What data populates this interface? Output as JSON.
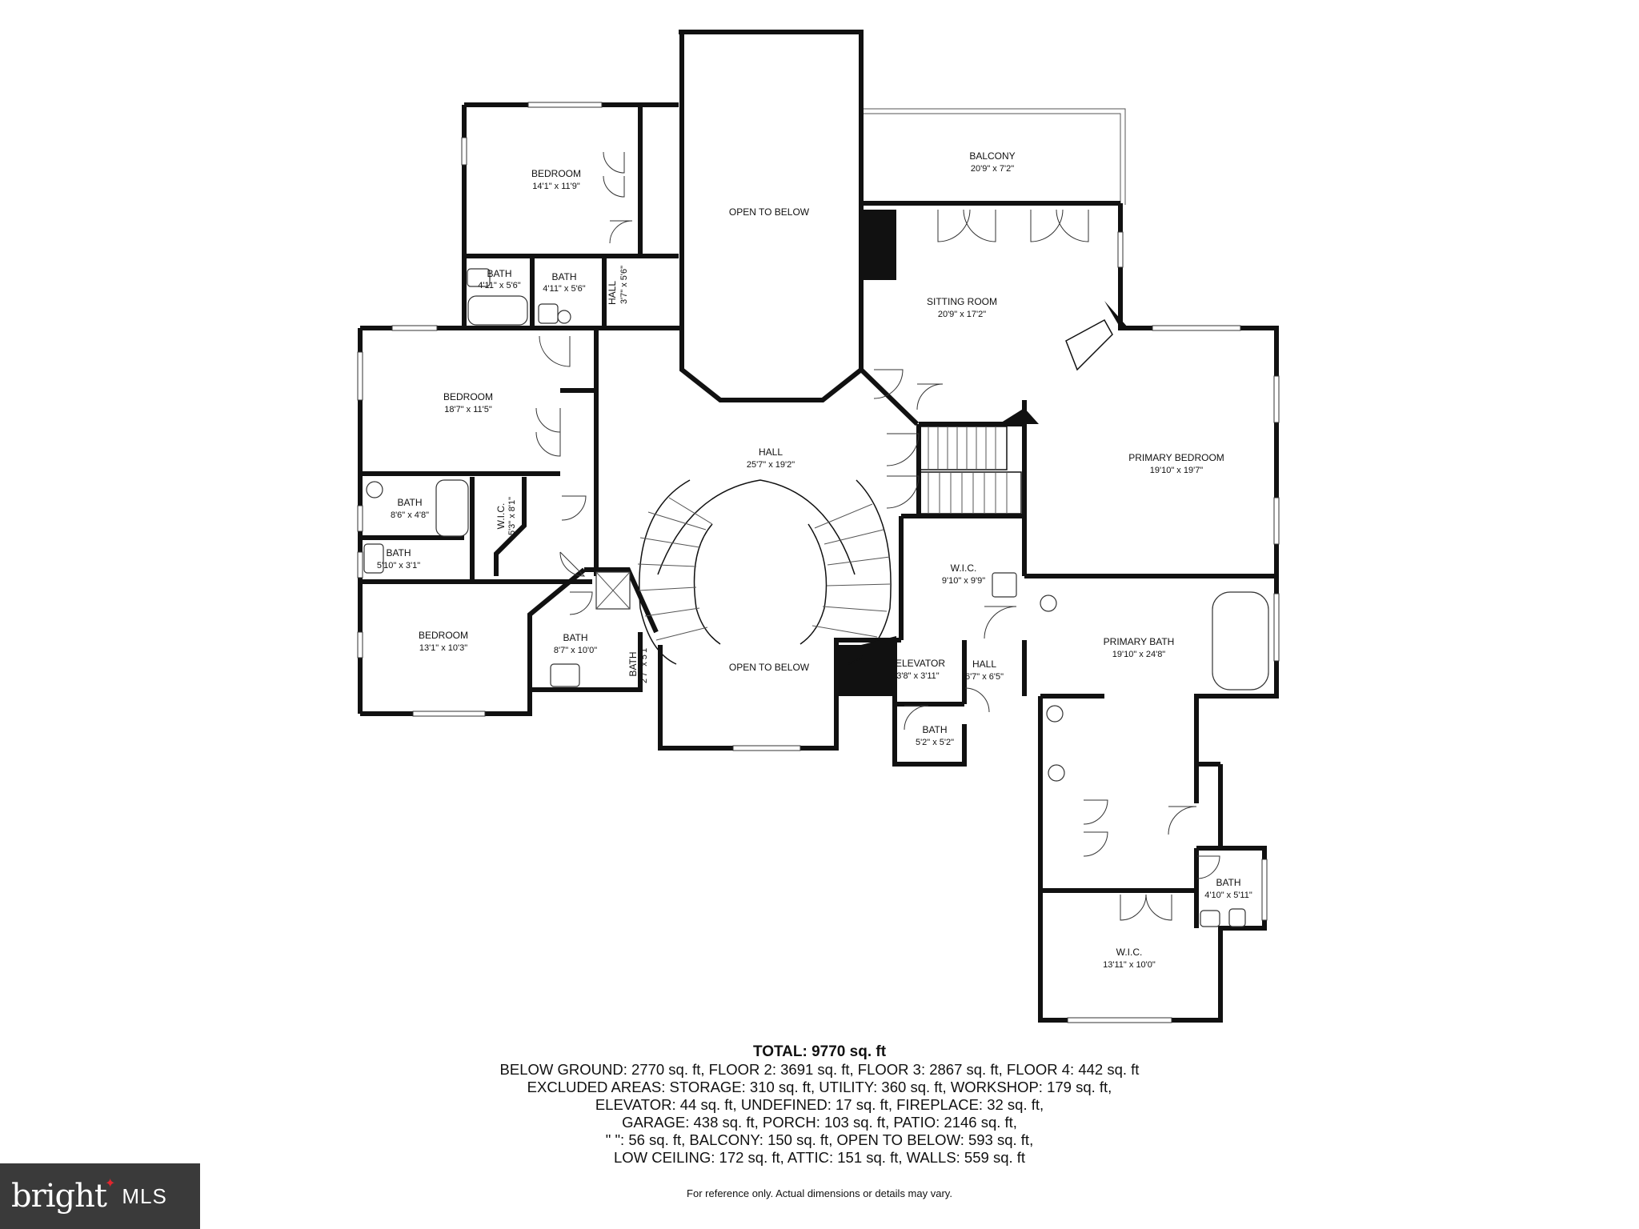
{
  "rooms": {
    "bedroom_1": {
      "name": "BEDROOM",
      "dim": "14'1\" x 11'9\""
    },
    "open_to_below_top": {
      "name": "OPEN TO BELOW"
    },
    "balcony": {
      "name": "BALCONY",
      "dim": "20'9\" x 7'2\""
    },
    "bath_1": {
      "name": "BATH",
      "dim": "4'11\" x 5'6\""
    },
    "bath_2": {
      "name": "BATH",
      "dim": "4'11\" x 5'6\""
    },
    "hall_small": {
      "name": "HALL",
      "dim": "3'7\" x 5'6\""
    },
    "sitting_room": {
      "name": "SITTING ROOM",
      "dim": "20'9\" x 17'2\""
    },
    "bedroom_2": {
      "name": "BEDROOM",
      "dim": "18'7\" x 11'5\""
    },
    "hall_main": {
      "name": "HALL",
      "dim": "25'7\" x 19'2\""
    },
    "primary_bedroom": {
      "name": "PRIMARY BEDROOM",
      "dim": "19'10\" x 19'7\""
    },
    "bath_3": {
      "name": "BATH",
      "dim": "8'6\" x 4'8\""
    },
    "wic_1": {
      "name": "W.I.C.",
      "dim": "5'3\" x 8'1\""
    },
    "bath_4": {
      "name": "BATH",
      "dim": "5'10\" x 3'1\""
    },
    "wic_2": {
      "name": "W.I.C.",
      "dim": "9'10\" x 9'9\""
    },
    "primary_bath": {
      "name": "PRIMARY BATH",
      "dim": "19'10\" x 24'8\""
    },
    "bedroom_3": {
      "name": "BEDROOM",
      "dim": "13'1\" x 10'3\""
    },
    "bath_5": {
      "name": "BATH",
      "dim": "8'7\" x 10'0\""
    },
    "bath_6": {
      "name": "BATH",
      "dim": "2'7\" x 5'1\""
    },
    "open_to_below_bottom": {
      "name": "OPEN TO BELOW"
    },
    "elevator": {
      "name": "ELEVATOR",
      "dim": "3'8\" x 3'11\""
    },
    "hall_2": {
      "name": "HALL",
      "dim": "6'7\" x 6'5\""
    },
    "bath_7": {
      "name": "BATH",
      "dim": "5'2\" x 5'2\""
    },
    "bath_8": {
      "name": "BATH",
      "dim": "4'10\" x 5'11\""
    },
    "wic_3": {
      "name": "W.I.C.",
      "dim": "13'11\" x 10'0\""
    }
  },
  "summary": {
    "total": "TOTAL: 9770 sq. ft",
    "lines": [
      "BELOW GROUND: 2770 sq. ft, FLOOR 2: 3691 sq. ft, FLOOR 3: 2867 sq. ft, FLOOR 4: 442 sq. ft",
      "EXCLUDED AREAS: STORAGE: 310 sq. ft, UTILITY: 360 sq. ft, WORKSHOP: 179 sq. ft,",
      "ELEVATOR: 44 sq. ft, UNDEFINED: 17 sq. ft, FIREPLACE: 32 sq. ft,",
      "GARAGE: 438 sq. ft, PORCH: 103 sq. ft, PATIO: 2146 sq. ft,",
      "\" \": 56 sq. ft, BALCONY: 150 sq. ft, OPEN TO BELOW: 593 sq. ft,",
      "LOW CEILING: 172 sq. ft, ATTIC: 151 sq. ft, WALLS: 559 sq. ft"
    ]
  },
  "disclaimer": "For reference only. Actual dimensions or details may vary.",
  "logo": {
    "brand": "bright",
    "mls": "MLS",
    "background": "#3a3a3a",
    "accent": "#e2262e"
  }
}
